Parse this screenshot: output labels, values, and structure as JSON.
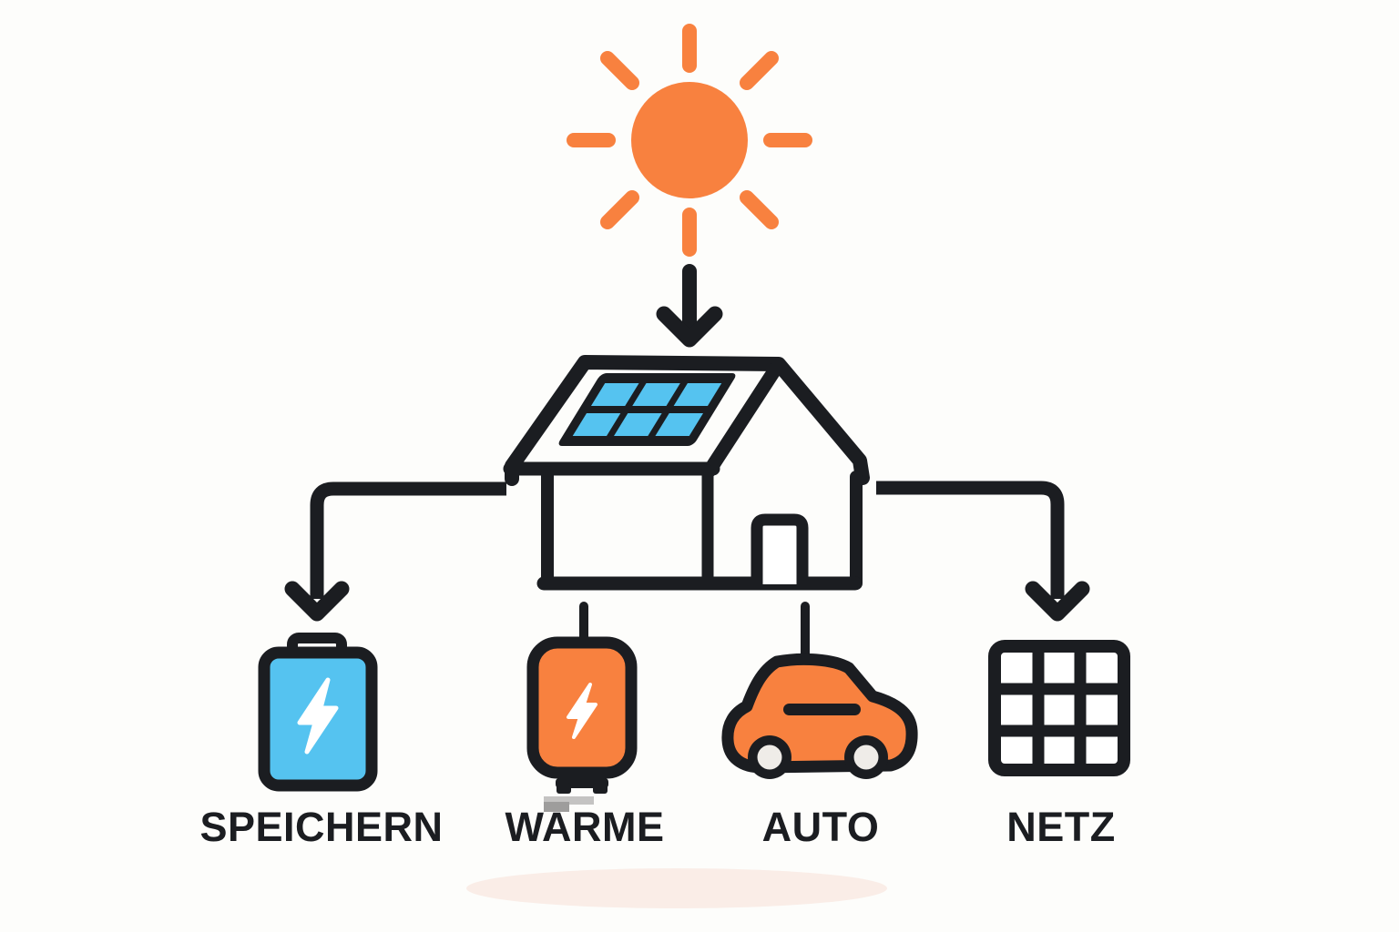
{
  "diagram": {
    "title": "solar-energy-flow",
    "source": {
      "id": "sun",
      "icon": "sun-icon"
    },
    "hub": {
      "id": "house",
      "icon": "house-solar-panel-icon",
      "panel_cells": 6
    },
    "flow_arrows": [
      "sun-to-house",
      "house-to-speichern",
      "house-to-waerme",
      "house-to-auto",
      "house-to-netz"
    ],
    "outputs": [
      {
        "id": "speichern",
        "label": "SPEICHERN",
        "icon": "battery-icon"
      },
      {
        "id": "waerme",
        "label": "WARME",
        "icon": "water-heater-icon"
      },
      {
        "id": "auto",
        "label": "AUTO",
        "icon": "car-icon"
      },
      {
        "id": "netz",
        "label": "NETZ",
        "icon": "power-grid-icon"
      }
    ]
  },
  "colors": {
    "orange": "#F8813F",
    "blue": "#55C3F0",
    "ink": "#1B1D21",
    "background": "#FDFDFB",
    "ground_shadow": "#FAEDE7",
    "wheel_hub": "#EFECE8",
    "smudge_light": "#C4C3C2",
    "smudge_dark": "#9E9D9C"
  }
}
